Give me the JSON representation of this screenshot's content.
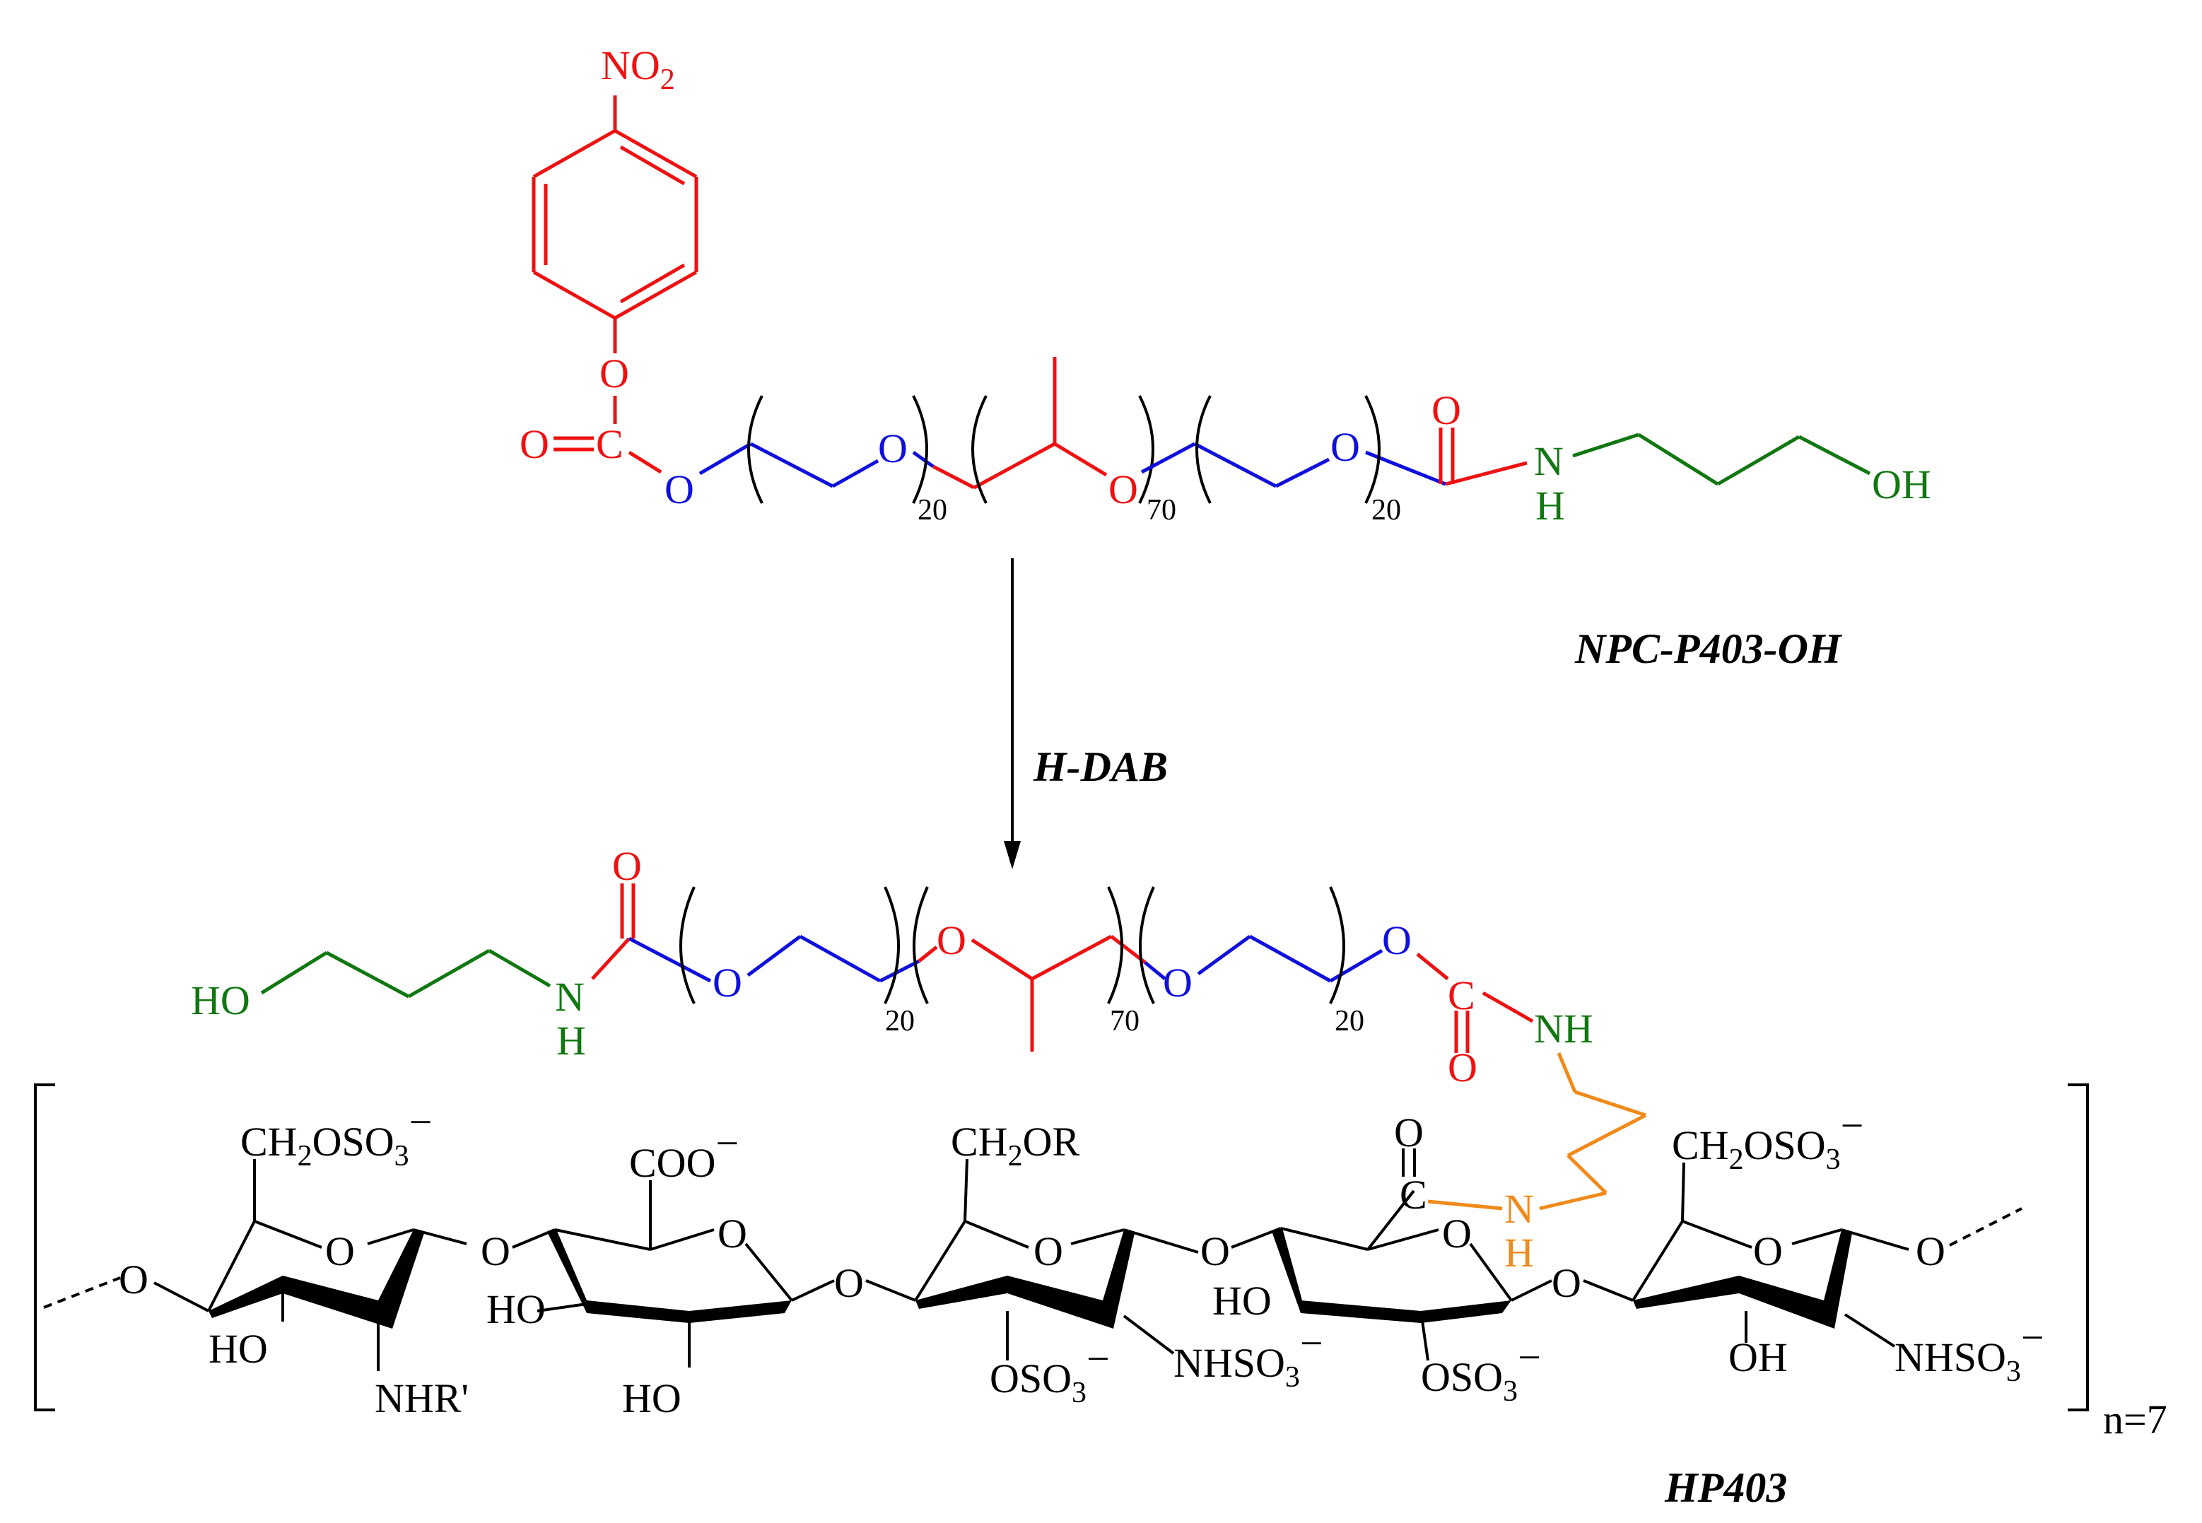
{
  "colors": {
    "red": "#ee1111",
    "blue": "#1010dd",
    "green": "#117711",
    "orange": "#f08a1a",
    "black": "#000000"
  },
  "top": {
    "nitro_N": "NO",
    "nitro_sub": "2",
    "carb_O_ring": "O",
    "carb_C": "C",
    "carb_O_dbl": "O",
    "ether_O1": "O",
    "ether_O2": "O",
    "ether_O3": "O",
    "ether_O4": "O",
    "n1": "20",
    "n2": "70",
    "n3": "20",
    "amide_O": "O",
    "amide_N": "N",
    "amide_H": "H",
    "terminal_OH": "OH",
    "name": "NPC-P403-OH"
  },
  "arrow": {
    "reagent": "H-DAB"
  },
  "mid": {
    "terminal_HO": "HO",
    "amide_N": "N",
    "amide_H": "H",
    "amide_O": "O",
    "ether_O1": "O",
    "ether_O2": "O",
    "ether_O3": "O",
    "ether_O4": "O",
    "n1": "20",
    "n2": "70",
    "n3": "20",
    "carb_C": "C",
    "carb_O": "O",
    "link_NH": "NH"
  },
  "bottom": {
    "r1_top_pre": "CH",
    "r1_top_sub2": "2",
    "r1_top_mid": "OSO",
    "r1_top_sub3": "3",
    "r1_top_charge": "−",
    "r1_ring_O": "O",
    "r1_HO": "HO",
    "r1_NHR": "NHR'",
    "link_O1": "O",
    "r2_COO": "COO",
    "r2_charge": "−",
    "r2_ring_O": "O",
    "r2_HO1": "HO",
    "r2_HO2": "HO",
    "link_O2": "O",
    "r3_top": "CH",
    "r3_top_sub": "2",
    "r3_top_end": "OR",
    "r3_ring_O": "O",
    "r3_OSO": "OSO",
    "r3_OSO_sub": "3",
    "r3_OSO_charge": "−",
    "r3_NHSO": "NHSO",
    "r3_NHSO_sub": "3",
    "r3_NHSO_charge": "−",
    "link_O3": "O",
    "r4_C_O": "O",
    "r4_C": "C",
    "r4_N": "N",
    "r4_H": "H",
    "r4_ring_O": "O",
    "r4_HO": "HO",
    "r4_OSO": "OSO",
    "r4_OSO_sub": "3",
    "r4_OSO_charge": "−",
    "link_O4": "O",
    "r5_top_pre": "CH",
    "r5_top_sub2": "2",
    "r5_top_mid": "OSO",
    "r5_top_sub3": "3",
    "r5_top_charge": "−",
    "r5_ring_O": "O",
    "r5_OH": "OH",
    "r5_NHSO": "NHSO",
    "r5_NHSO_sub": "3",
    "r5_NHSO_charge": "−",
    "end_O_left": "O",
    "end_O_right": "O",
    "repeat": "n=7",
    "name": "HP403"
  }
}
